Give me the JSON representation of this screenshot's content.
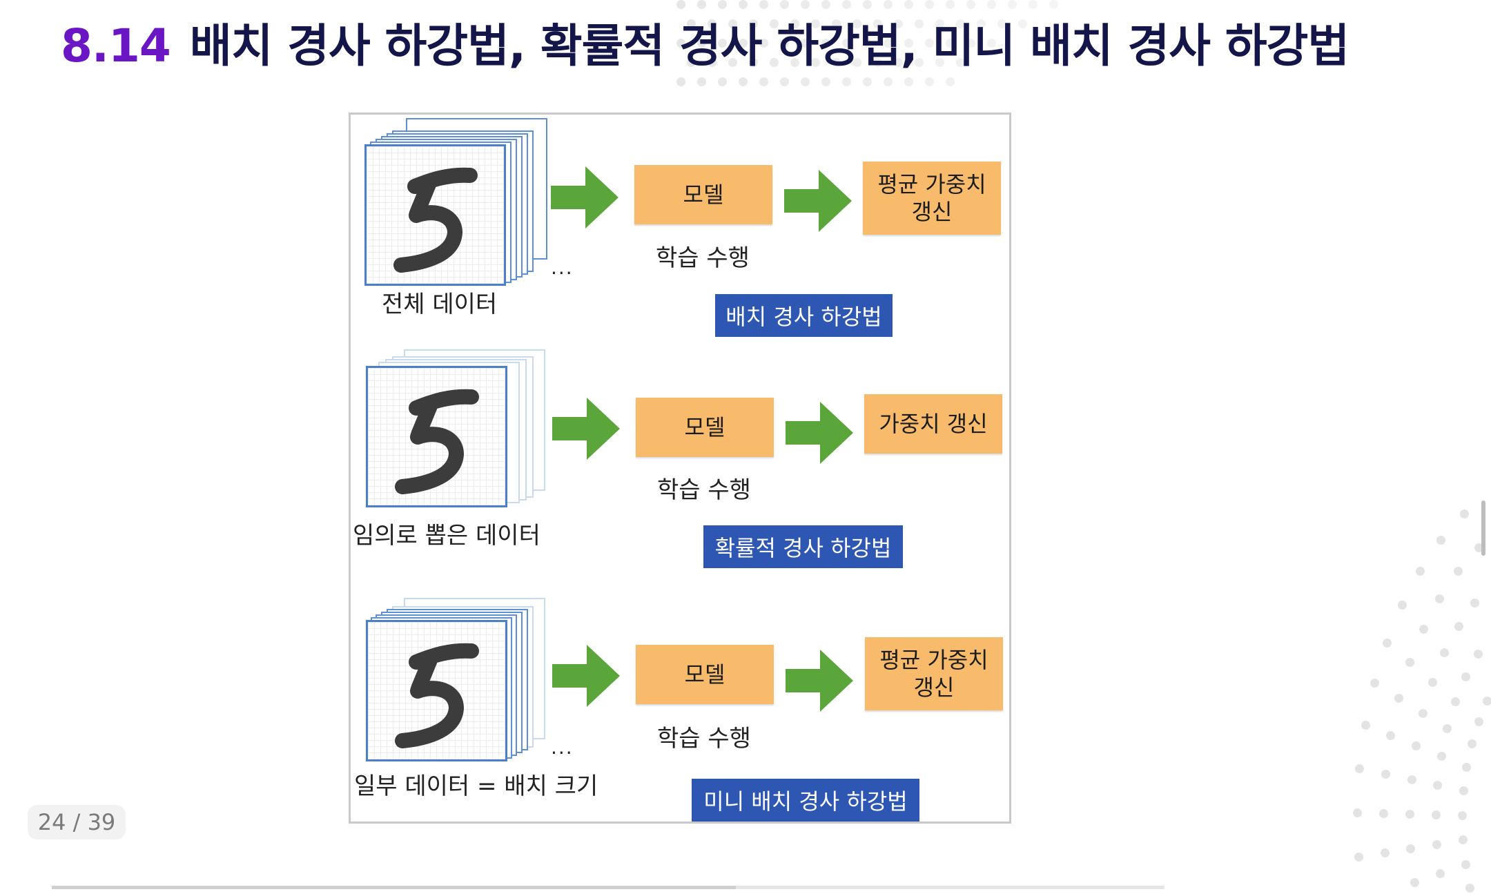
{
  "slide": {
    "number": "8.14",
    "title": "배치 경사 하강법, 확률적 경사 하강법, 미니 배치 경사 하강법"
  },
  "rows": [
    {
      "data_label": "전체 데이터",
      "ellipsis": "...",
      "model_label": "모델",
      "train_label": "학습 수행",
      "update_label": "평균 가중치\n갱신",
      "method_label": "배치 경사 하강법"
    },
    {
      "data_label": "임의로 뽑은 데이터",
      "model_label": "모델",
      "train_label": "학습 수행",
      "update_label": "가중치 갱신",
      "method_label": "확률적 경사 하강법"
    },
    {
      "data_label": "일부 데이터 = 배치 크기",
      "ellipsis": "...",
      "model_label": "모델",
      "train_label": "학습 수행",
      "update_label": "평균 가중치\n갱신",
      "method_label": "미니 배치 경사 하강법"
    }
  ],
  "pager": {
    "text": "24 / 39",
    "current": 24,
    "total": 39
  },
  "progress": {
    "fraction": 0.615
  },
  "colors": {
    "title_number": "#6a16c4",
    "title_text": "#14164a",
    "model_box": "#f7bb6b",
    "method_tag": "#2e57b3",
    "arrow": "#5aa63a",
    "sheet_border": "#4b7fcc"
  }
}
